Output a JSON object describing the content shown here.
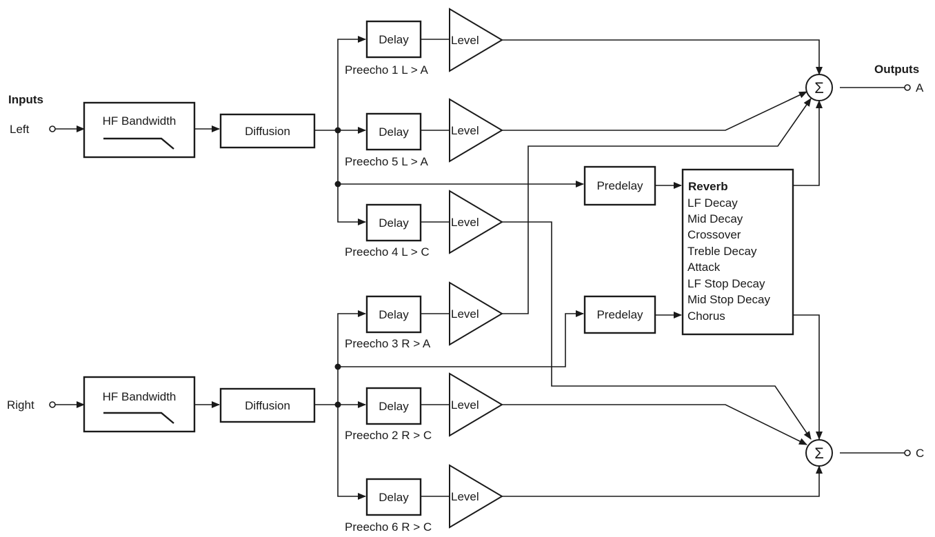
{
  "headings": {
    "inputs": "Inputs",
    "outputs": "Outputs"
  },
  "inputs": {
    "left": "Left",
    "right": "Right"
  },
  "outputs": {
    "a": "A",
    "c": "C"
  },
  "filters": {
    "hf_bandwidth": "HF Bandwidth",
    "diffusion": "Diffusion"
  },
  "delay_label": "Delay",
  "level_label": "Level",
  "predelay_label": "Predelay",
  "sum_symbol": "Σ",
  "preechoes": {
    "p1": "Preecho 1 L > A",
    "p5": "Preecho 5 L > A",
    "p4": "Preecho 4 L > C",
    "p3": "Preecho 3 R > A",
    "p2": "Preecho 2 R > C",
    "p6": "Preecho 6 R > C"
  },
  "reverb": {
    "title": "Reverb",
    "params": [
      "LF Decay",
      "Mid Decay",
      "Crossover",
      "Treble Decay",
      "Attack",
      "LF Stop Decay",
      "Mid Stop Decay",
      "Chorus"
    ]
  }
}
